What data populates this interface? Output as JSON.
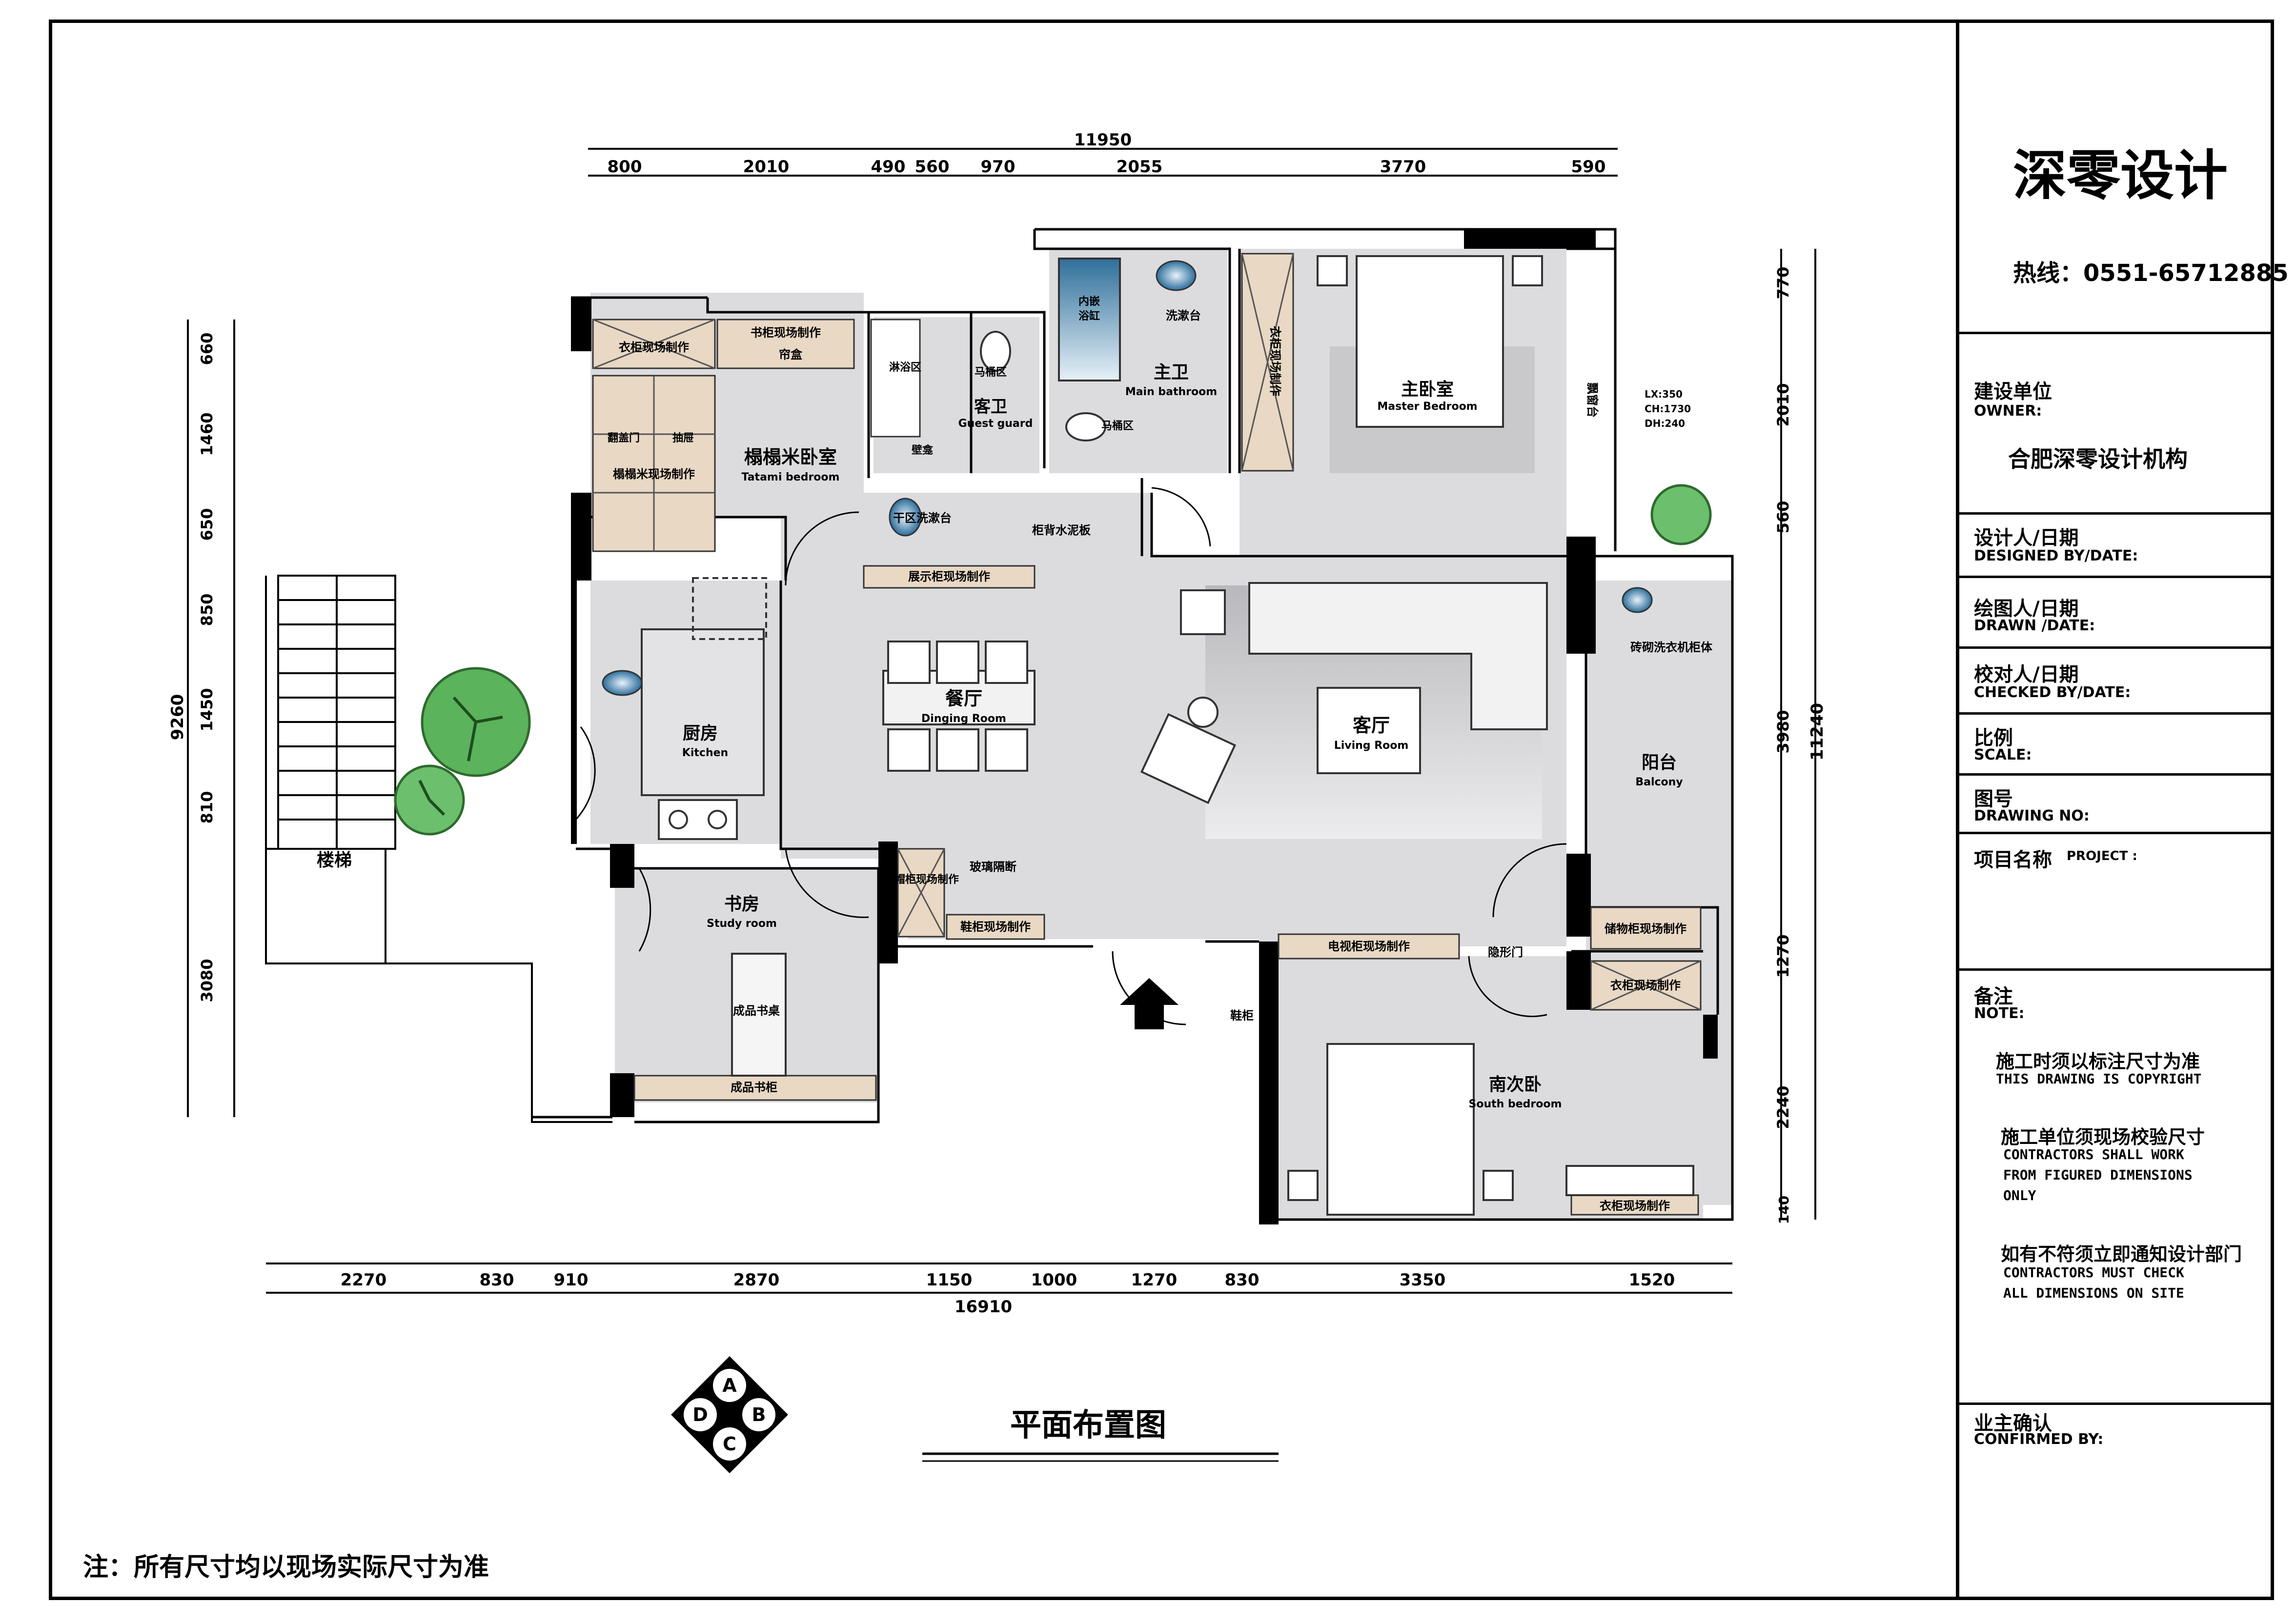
{
  "company": {
    "name": "深零设计",
    "hotline": "热线：0551-65712885"
  },
  "title_block": {
    "client_cn": "建设单位",
    "client_en": "OWNER:",
    "client_value": "合肥深零设计机构",
    "designer": "设计人/日期",
    "designer_en": "DESIGNED BY/DATE:",
    "drawer": "绘图人/日期",
    "drawer_en": "DRAWN /DATE:",
    "checker": "校对人/日期",
    "checker_en": "CHECKED BY/DATE:",
    "scale": "比例",
    "scale_en": "SCALE:",
    "drawing_no": "图号",
    "drawing_no_en": "DRAWING NO:",
    "project": "项目名称",
    "project_en": "PROJECT :",
    "notes": "备注",
    "notes_en": "NOTE:",
    "note1_cn": "施工时须以标注尺寸为准",
    "note1_en": "THIS DRAWING IS COPYRIGHT",
    "note2_cn": "施工单位须现场校验尺寸",
    "note2_en1": "CONTRACTORS SHALL WORK",
    "note2_en2": "FROM FIGURED DIMENSIONS",
    "note2_en3": "ONLY",
    "note3_cn": "如有不符须立即通知设计部门",
    "note3_en1": "CONTRACTORS MUST CHECK",
    "note3_en2": "ALL DIMENSIONS ON SITE",
    "confirm": "业主确认",
    "confirm_en": "CONFIRMED BY:"
  },
  "plan_title": "平面布置图",
  "footnote": "注：所有尺寸均以现场实际尺寸为准",
  "compass": {
    "a": "A",
    "b": "B",
    "c": "C",
    "d": "D"
  },
  "dims": {
    "top_total": "11950",
    "top": [
      "800",
      "2010",
      "490",
      "560",
      "970",
      "2055",
      "3770",
      "590"
    ],
    "bottom_total": "16910",
    "bottom": [
      "2270",
      "830",
      "910",
      "2870",
      "1150",
      "1000",
      "1270",
      "830",
      "3350",
      "1520"
    ],
    "left_total": "9260",
    "left": [
      "660",
      "1460",
      "650",
      "850",
      "1450",
      "810",
      "3080"
    ],
    "right_total": "11240",
    "right": [
      "770",
      "2010",
      "560",
      "3980",
      "1270",
      "2240",
      "140"
    ]
  },
  "rooms": {
    "tatami_cn": "榻榻米卧室",
    "tatami_en": "Tatami bedroom",
    "guest_cn": "客卫",
    "guest_en": "Guest guard",
    "main_bath_cn": "主卫",
    "main_bath_en": "Main bathroom",
    "master_cn": "主卧室",
    "master_en": "Master Bedroom",
    "dining_cn": "餐厅",
    "dining_en": "Dinging Room",
    "living_cn": "客厅",
    "living_en": "Living Room",
    "kitchen_cn": "厨房",
    "kitchen_en": "Kitchen",
    "study_cn": "书房",
    "study_en": "Study room",
    "balcony_cn": "阳台",
    "balcony_en": "Balcony",
    "south_cn": "南次卧",
    "south_en": "South bedroom",
    "stairs": "楼梯"
  },
  "labels": {
    "wardrobe_tatami": "衣柜现场制作",
    "bookcase_tatami": "书柜现场制作",
    "curtain": "帘盒",
    "tatami_door": "翻盖门",
    "drawer": "抽屉",
    "tatami_make": "榻榻米现场制作",
    "shower": "淋浴区",
    "toilet1": "马桶区",
    "toilet2": "马桶区",
    "niche": "壁龛",
    "bathtub1": "内嵌",
    "bathtub2": "浴缸",
    "basin_main": "洗漱台",
    "wardrobe_master": "衣柜现场制作",
    "bay_window": "飘窗台",
    "lx": "LX:350",
    "ch": "CH:1730",
    "dh": "DH:240",
    "dry_basin": "干区洗漱台",
    "cement_board": "柜背水泥板",
    "display_cab": "展示柜现场制作",
    "laundry": "砖砌洗衣机柜体",
    "glass": "玻璃隔断",
    "hall_wardrobe": "衣帽柜现场制作",
    "shoe_cab": "鞋柜现场制作",
    "tv_cab": "电视柜现场制作",
    "hidden_door": "隐形门",
    "storage_cab": "储物柜现场制作",
    "wardrobe_balc": "衣柜现场制作",
    "desk": "成品书桌",
    "bookshelf": "成品书柜",
    "shoe_stool": "鞋柜",
    "wardrobe_south": "衣柜现场制作"
  }
}
